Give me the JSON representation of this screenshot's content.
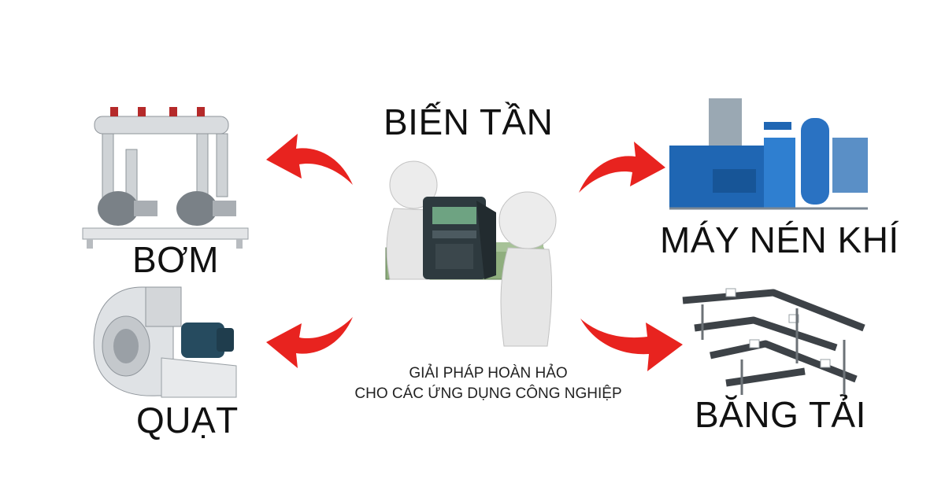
{
  "title": "BIẾN TẦN",
  "subtitle": {
    "line1": "GIẢI PHÁP HOÀN HẢO",
    "line2": "CHO CÁC ỨNG DỤNG CÔNG NGHIỆP"
  },
  "applications": {
    "pump": "BƠM",
    "fan": "QUẠT",
    "compressor": "MÁY NÉN KHÍ",
    "conveyor": "BĂNG TẢI"
  },
  "colors": {
    "arrow": "#e8231f",
    "machine_blue": "#1f66b3",
    "figure": "#ececec"
  }
}
